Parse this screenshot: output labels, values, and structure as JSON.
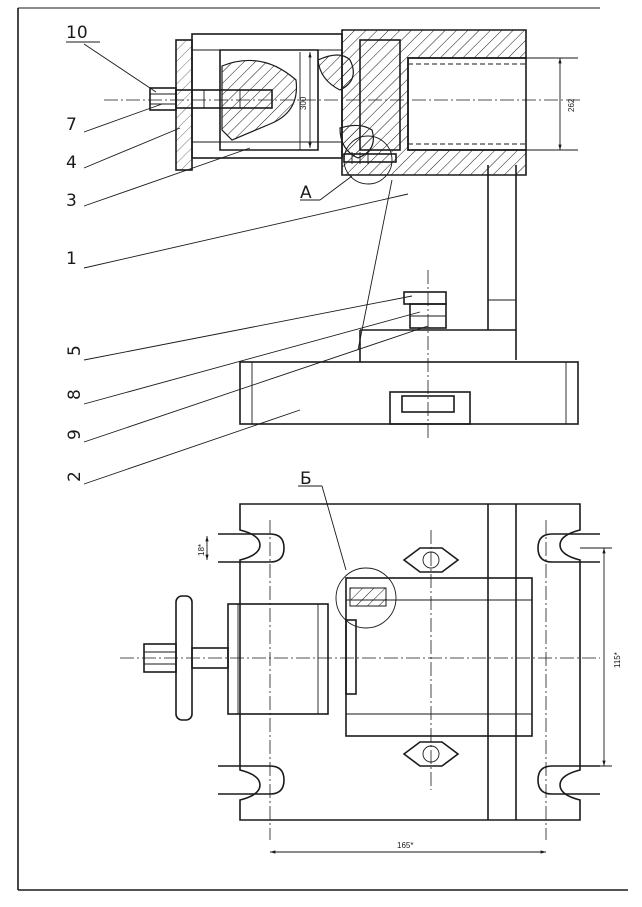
{
  "drawing": {
    "part_labels": [
      "10",
      "7",
      "4",
      "3",
      "1",
      "5",
      "8",
      "9",
      "2"
    ],
    "view_markers": [
      "А",
      "Б"
    ],
    "dimensions": {
      "d_section": "300",
      "d_right": "262",
      "slot_width": "18*",
      "height_right": "115*",
      "width_bottom": "165*"
    }
  }
}
